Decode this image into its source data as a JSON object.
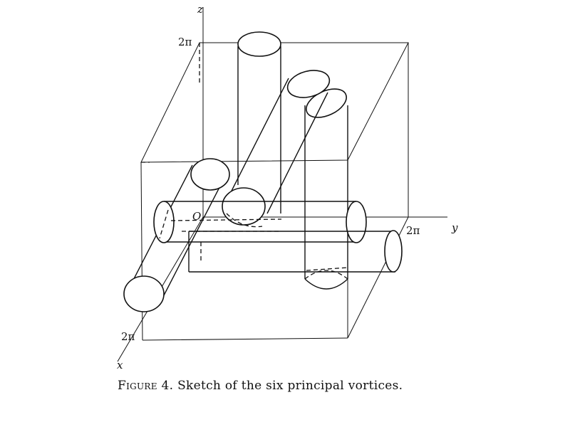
{
  "figure": {
    "axes": {
      "x": "x",
      "y": "y",
      "z": "z"
    },
    "ticks": {
      "z_top": "2π",
      "y_end": "2π",
      "x_end": "2π"
    },
    "origin_label": "O"
  },
  "caption": {
    "prefix": "Figure 4.",
    "text": " Sketch of the six principal vortices."
  }
}
